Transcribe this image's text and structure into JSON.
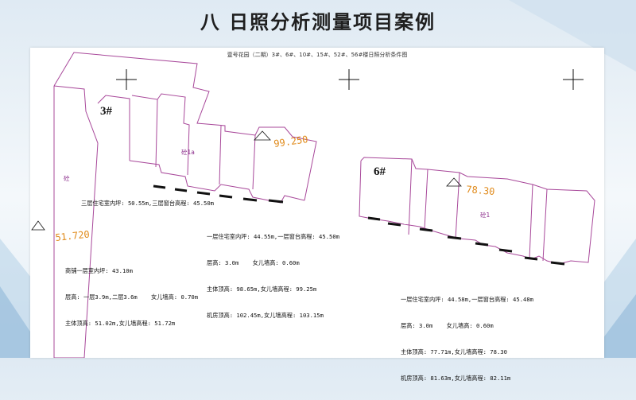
{
  "slide": {
    "title": "八  日照分析测量项目案例"
  },
  "diagram": {
    "title": "壹号花园（二期）3#、6#、10#、15#、52#、56#楼日照分析条件图",
    "buildings": [
      {
        "id": "3#",
        "zone_label": "砼1a",
        "side_label": "砼"
      },
      {
        "id": "6#",
        "zone_label": "砼1"
      }
    ],
    "elevation_markers": [
      "99.250",
      "78.30",
      "51.720"
    ],
    "notes": {
      "n3_third_floor": "三层住宅室内坪: 50.55m,三层窗台高程: 45.50m",
      "n3_tower": [
        "一层住宅室内坪: 44.55m,一层窗台高程: 45.50m",
        "层高: 3.0m    女儿墙高: 0.60m",
        "主体顶高: 98.65m,女儿墙高程: 99.25m",
        "机房顶高: 102.45m,女儿墙高程: 103.15m"
      ],
      "n3_shop": [
        "商铺一层室内坪: 43.10m",
        "层高: 一层3.9m,二层3.6m    女儿墙高: 0.70m",
        "主体顶高: 51.02m,女儿墙高程: 51.72m"
      ],
      "n6": [
        "一层住宅室内坪: 44.58m,一层窗台高程: 45.48m",
        "层高: 3.0m    女儿墙高: 0.60m",
        "主体顶高: 77.71m,女儿墙高程: 78.30",
        "机房顶高: 81.63m,女儿墙高程: 82.11m"
      ]
    }
  },
  "colors": {
    "outline": "#a8489a",
    "elevation": "#e08a1a",
    "window_marks": "#111111"
  }
}
